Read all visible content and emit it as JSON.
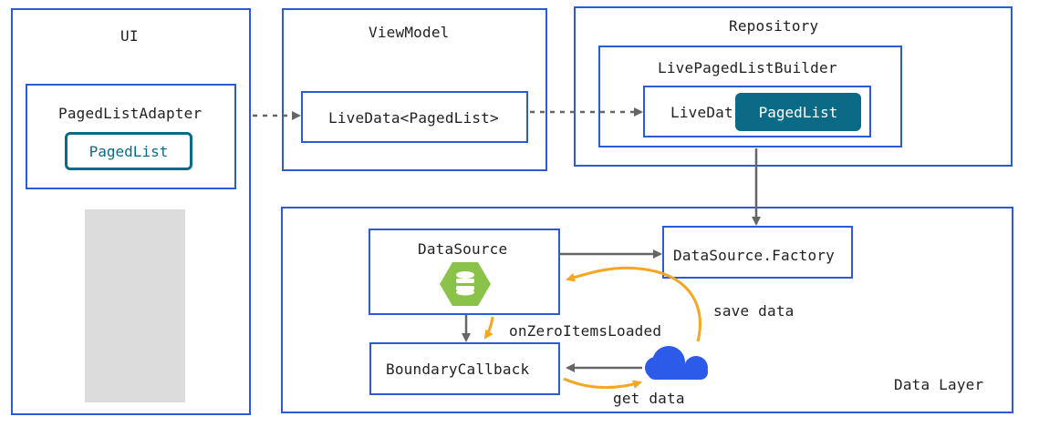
{
  "ui": {
    "title": "UI",
    "adapter": "PagedListAdapter",
    "paged_list": "PagedList"
  },
  "viewmodel": {
    "title": "ViewModel",
    "livedata": "LiveData<PagedList>"
  },
  "repository": {
    "title": "Repository",
    "builder": "LivePagedListBuilder",
    "livedata_prefix": "LiveDat",
    "paged_list": "PagedList"
  },
  "data_layer": {
    "title": "Data Layer",
    "datasource": "DataSource",
    "factory": "DataSource.Factory",
    "boundary": "BoundaryCallback",
    "on_zero": "onZeroItemsLoaded",
    "save_data": "save data",
    "get_data": "get data"
  },
  "icons": {
    "database": "database-icon",
    "cloud": "cloud-icon"
  },
  "colors": {
    "border": "#2c5bd6",
    "teal": "#0b6b86",
    "orange": "#f5a623",
    "gray_arrow": "#666666",
    "db_green": "#8bc34a",
    "cloud_blue": "#2c5bea"
  }
}
